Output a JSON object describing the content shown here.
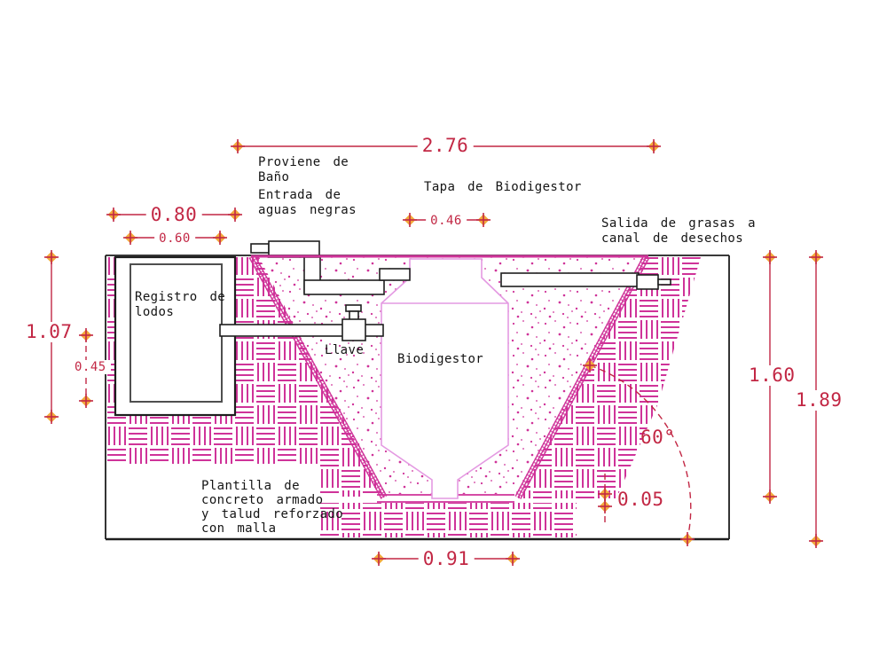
{
  "labels": {
    "proviene_bano": "Proviene de\nBaño",
    "entrada_aguas": "Entrada de\naguas negras",
    "tapa": "Tapa de Biodigestor",
    "salida_grasas": "Salida de grasas a\ncanal de desechos",
    "registro_lodos": "Registro de\nlodos",
    "llave": "Llave",
    "biodigestor": "Biodigestor",
    "plantilla": "Plantilla de\nconcreto armado\ny talud reforzado\ncon malla"
  },
  "dimensions": {
    "top_width": "2.76",
    "registro_outer_width": "0.80",
    "registro_inner_width": "0.60",
    "tapa_width": "0.46",
    "registro_depth_total": "1.07",
    "registro_depth_inner": "0.45",
    "pit_depth": "1.60",
    "total_depth": "1.89",
    "floor_width": "0.91",
    "slab_thickness": "0.05",
    "slope_angle": "60°"
  },
  "colors": {
    "dimension": "#c22744",
    "marker_gold": "#f2a93c",
    "hatch": "#cf3399",
    "tank": "#e49ae2",
    "line": "#1e1e1e",
    "inner_wall": "#4f4f4f",
    "label": "#141414"
  }
}
